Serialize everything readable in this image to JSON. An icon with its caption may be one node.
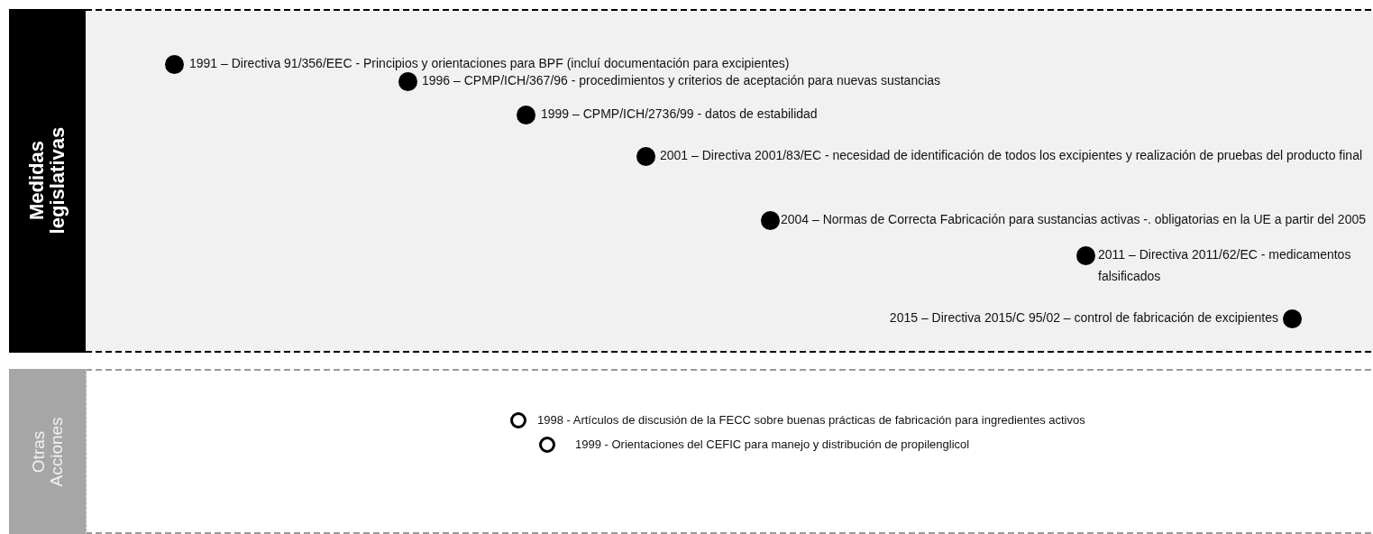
{
  "diagram": {
    "nodes": [
      {
        "text": [
          "Medidas legislativas"
        ]
      },
      {
        "text": [],
        "shape": "circle",
        "in": 0,
        "beside": [
          "1991 – Directiva 91/356/EEC - Principios y orientaciones para BPF (incluí documentación para excipientes)"
        ]
      },
      {
        "text": [],
        "shape": "circle",
        "in": 0,
        "beside": [
          "1996 – CPMP/ICH/367/96 - procedimientos y criterios de aceptación para nuevas sustancias"
        ]
      },
      {
        "text": [],
        "shape": "circle",
        "in": 0,
        "beside": [
          "1999 – CPMP/ICH/2736/99 - datos de estabilidad"
        ]
      },
      {
        "text": [],
        "shape": "circle",
        "in": 0,
        "beside": [
          "2001 – Directiva 2001/83/EC - necesidad de identificación de todos los excipientes y realización de pruebas del producto final"
        ]
      },
      {
        "text": [],
        "shape": "circle",
        "in": 0,
        "beside": [
          "2004 – Normas de Correcta Fabricación para sustancias activas -. obligatorias en la UE a partir del 2005"
        ]
      },
      {
        "text": [],
        "shape": "circle",
        "in": 0,
        "beside": [
          "2011 – Directiva 2011/62/EC - medicamentos falsificados"
        ]
      },
      {
        "text": [],
        "shape": "circle",
        "in": 0,
        "beside": [
          "2015 – Directiva 2015/C 95/02 – control de fabricación de excipientes"
        ]
      },
      {
        "text": [
          "Otras Acciones"
        ]
      },
      {
        "text": [],
        "shape": "ring",
        "in": 8,
        "beside": [
          "1998 - Artículos de discusión de la FECC sobre buenas prácticas de fabricación para ingredientes activos"
        ]
      },
      {
        "text": [],
        "shape": "ring",
        "in": 8,
        "beside": [
          "1999 - Orientaciones del CEFIC para manejo y distribución de propilenglicol"
        ]
      }
    ]
  }
}
